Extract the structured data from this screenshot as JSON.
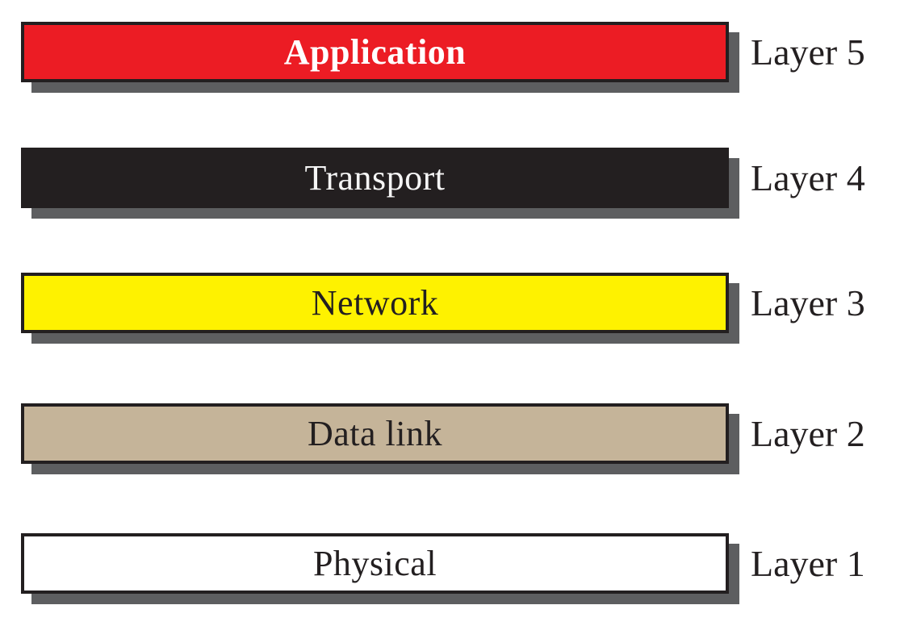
{
  "layers": [
    {
      "name": "Application",
      "layer_label": "Layer 5",
      "bar_color": "#ec1c24",
      "text_color": "#ffffff",
      "bold": true
    },
    {
      "name": "Transport",
      "layer_label": "Layer 4",
      "bar_color": "#231f20",
      "text_color": "#f5f5f5",
      "bold": false
    },
    {
      "name": "Network",
      "layer_label": "Layer 3",
      "bar_color": "#fef200",
      "text_color": "#231f20",
      "bold": false
    },
    {
      "name": "Data link",
      "layer_label": "Layer 2",
      "bar_color": "#c5b499",
      "text_color": "#231f20",
      "bold": false
    },
    {
      "name": "Physical",
      "layer_label": "Layer 1",
      "bar_color": "#ffffff",
      "text_color": "#231f20",
      "bold": false
    }
  ],
  "colors": {
    "background": "#ffffff",
    "border": "#231f20",
    "shadow": "#5d5e60",
    "label_text": "#231f20"
  }
}
